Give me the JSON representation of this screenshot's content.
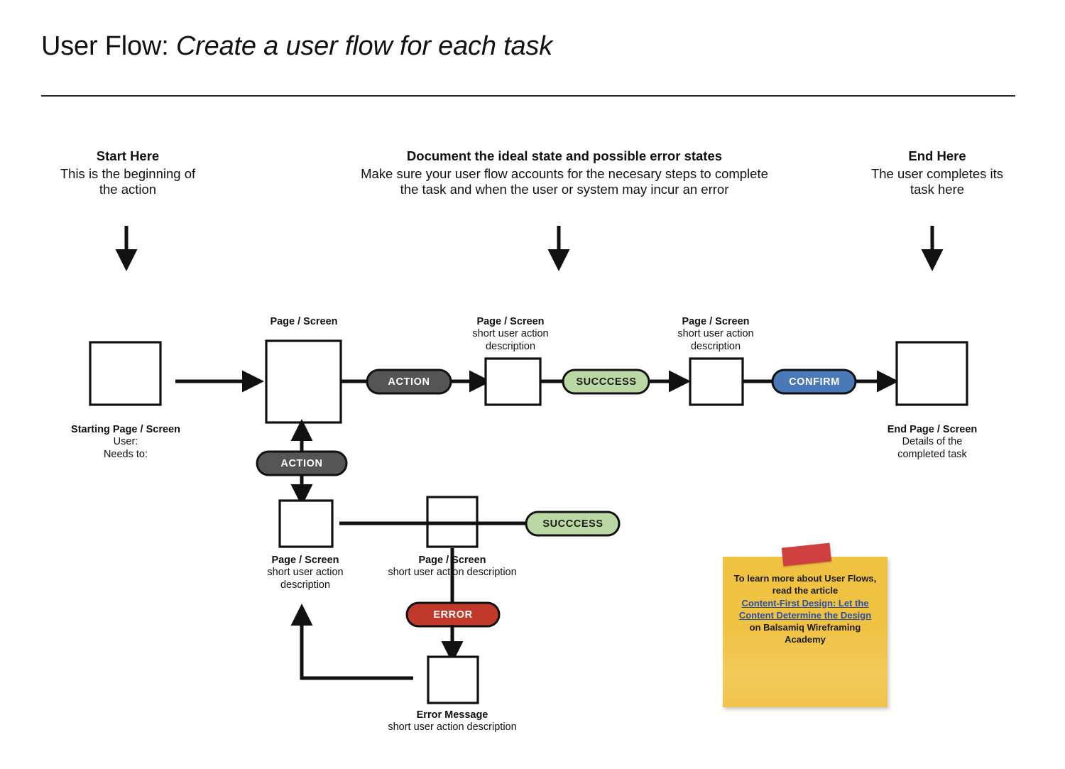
{
  "page": {
    "title_prefix": "User Flow:",
    "title_emphasis": "Create a user flow for each task"
  },
  "annotations": {
    "start": {
      "heading": "Start Here",
      "line1": "This is the beginning of",
      "line2": "the action"
    },
    "middle": {
      "heading": "Document the ideal state and possible error states",
      "line1": "Make sure your user flow accounts for the necesary steps to complete",
      "line2": "the task and when the user or system may incur an error"
    },
    "end": {
      "heading": "End Here",
      "line1": "The user completes its",
      "line2": "task here"
    }
  },
  "flow": {
    "nodes": [
      {
        "id": "start-page",
        "caption_title": "Starting Page / Screen",
        "caption_line2": "User:",
        "caption_line3": "Needs to:"
      },
      {
        "id": "main-page",
        "caption_title": "Page / Screen"
      },
      {
        "id": "page-after-action",
        "caption_title": "Page / Screen",
        "caption_line2": "short user action",
        "caption_line3": "description"
      },
      {
        "id": "page-after-success",
        "caption_title": "Page / Screen",
        "caption_line2": "short user action",
        "caption_line3": "description"
      },
      {
        "id": "end-page",
        "caption_title": "End Page / Screen",
        "caption_line2": "Details of the",
        "caption_line3": "completed task"
      },
      {
        "id": "branch-page-left",
        "caption_title": "Page / Screen",
        "caption_line2": "short user action",
        "caption_line3": "description"
      },
      {
        "id": "branch-page-middle",
        "caption_title": "Page / Screen",
        "caption_line2": "short user action description"
      },
      {
        "id": "error-message-page",
        "caption_title": "Error Message",
        "caption_line2": "short user action description"
      }
    ],
    "pills": [
      {
        "id": "action-main",
        "label": "ACTION",
        "color": "#555555",
        "text_color": "#ffffff"
      },
      {
        "id": "success-main",
        "label": "SUCCCESS",
        "color": "#b9d8a3",
        "text_color": "#1c1c1c"
      },
      {
        "id": "confirm-main",
        "label": "CONFIRM",
        "color": "#4a79b8",
        "text_color": "#ffffff"
      },
      {
        "id": "action-branch",
        "label": "ACTION",
        "color": "#555555",
        "text_color": "#ffffff"
      },
      {
        "id": "success-branch",
        "label": "SUCCCESS",
        "color": "#b9d8a3",
        "text_color": "#1c1c1c"
      },
      {
        "id": "error-branch",
        "label": "ERROR",
        "color": "#c0392b",
        "text_color": "#ffffff"
      }
    ]
  },
  "sticky_note": {
    "line1": "To learn more about User Flows,",
    "line2": "read the article",
    "link_line1": "Content-First Design: Let the",
    "link_line2": "Content Determine the Design",
    "line3": "on Balsamiq Wireframing",
    "line4": "Academy",
    "note_color": "#f0c242",
    "tape_color": "#cf4141",
    "link_color": "#2b4fa8"
  }
}
